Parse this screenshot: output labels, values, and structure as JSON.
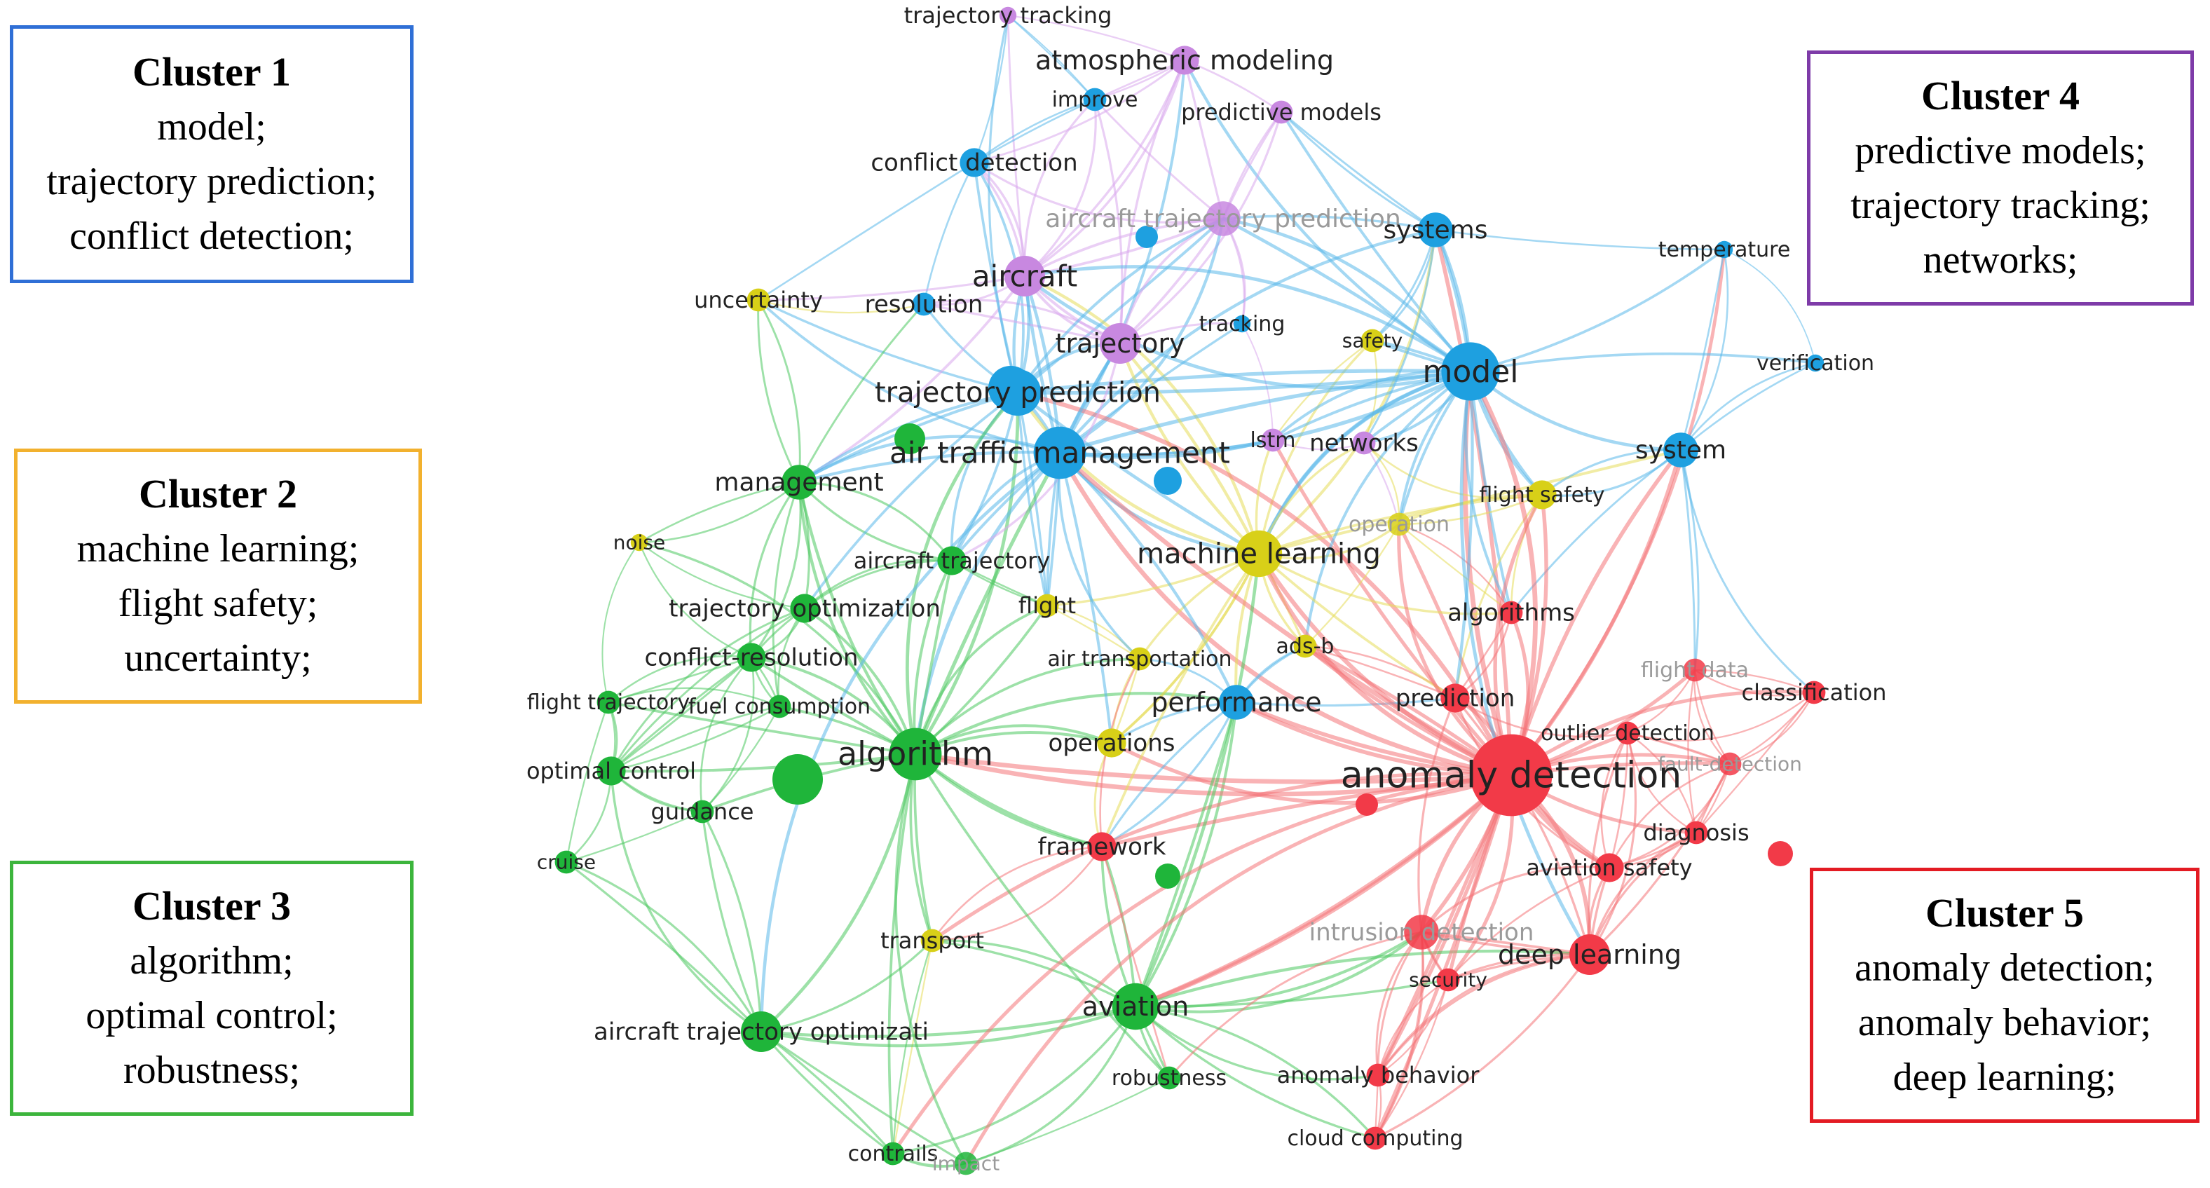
{
  "clusters": [
    {
      "id": "c1",
      "title": "Cluster 1",
      "lines": [
        "model;",
        "trajectory prediction;",
        "conflict detection;"
      ],
      "color": "#2f6fd6"
    },
    {
      "id": "c2",
      "title": "Cluster 2",
      "lines": [
        "machine learning;",
        "flight safety;",
        "uncertainty;"
      ],
      "color": "#f2b12e"
    },
    {
      "id": "c3",
      "title": "Cluster 3",
      "lines": [
        "algorithm;",
        "optimal control;",
        "robustness;"
      ],
      "color": "#3cb53c"
    },
    {
      "id": "c4",
      "title": "Cluster 4",
      "lines": [
        "predictive models;",
        "trajectory tracking;",
        "networks;"
      ],
      "color": "#7e3ba8"
    },
    {
      "id": "c5",
      "title": "Cluster 5",
      "lines": [
        "anomaly detection;",
        "anomaly behavior;",
        "deep learning;"
      ],
      "color": "#e31b23"
    }
  ],
  "node_colors": {
    "1": "#1ea0e0",
    "2": "#d8d018",
    "3": "#1fb53a",
    "4": "#c888e0",
    "5": "#f23a48"
  },
  "link_colors": {
    "1": "#5ab8ea",
    "2": "#e6dc5a",
    "3": "#4cc860",
    "4": "#d8a8ec",
    "5": "#f47478"
  },
  "nodes": [
    {
      "label": "trajectory tracking",
      "c": 4,
      "w": 1
    },
    {
      "label": "atmospheric modeling",
      "c": 4,
      "w": 3
    },
    {
      "label": "improve",
      "c": 1,
      "w": 2
    },
    {
      "label": "predictive models",
      "c": 4,
      "w": 2
    },
    {
      "label": "conflict detection",
      "c": 1,
      "w": 3
    },
    {
      "label": "aircraft trajectory prediction",
      "c": 4,
      "w": 4,
      "faded": true
    },
    {
      "label": "systems",
      "c": 1,
      "w": 4
    },
    {
      "label": "temperature",
      "c": 1,
      "w": 1
    },
    {
      "label": "uncertainty",
      "c": 2,
      "w": 2
    },
    {
      "label": "resolution",
      "c": 1,
      "w": 2
    },
    {
      "label": "aircraft",
      "c": 4,
      "w": 5
    },
    {
      "label": "tracking",
      "c": 1,
      "w": 1
    },
    {
      "label": "safety",
      "c": 2,
      "w": 2
    },
    {
      "label": "trajectory",
      "c": 4,
      "w": 5
    },
    {
      "label": "model",
      "c": 1,
      "w": 8
    },
    {
      "label": "verification",
      "c": 1,
      "w": 1
    },
    {
      "label": "trajectory prediction",
      "c": 1,
      "w": 6
    },
    {
      "label": "lstm",
      "c": 4,
      "w": 2
    },
    {
      "label": "networks",
      "c": 4,
      "w": 2
    },
    {
      "label": "system",
      "c": 1,
      "w": 4
    },
    {
      "label": "air traffic management",
      "c": 1,
      "w": 7
    },
    {
      "label": "management",
      "c": 3,
      "w": 4
    },
    {
      "label": "flight safety",
      "c": 2,
      "w": 3
    },
    {
      "label": "noise",
      "c": 2,
      "w": 1
    },
    {
      "label": "operation",
      "c": 2,
      "w": 2,
      "faded": true
    },
    {
      "label": "machine learning",
      "c": 2,
      "w": 6
    },
    {
      "label": "aircraft trajectory",
      "c": 3,
      "w": 3
    },
    {
      "label": "trajectory optimization",
      "c": 3,
      "w": 3
    },
    {
      "label": "flight",
      "c": 2,
      "w": 2
    },
    {
      "label": "algorithms",
      "c": 5,
      "w": 2
    },
    {
      "label": "conflict-resolution",
      "c": 3,
      "w": 3
    },
    {
      "label": "ads-b",
      "c": 2,
      "w": 2
    },
    {
      "label": "air transportation",
      "c": 2,
      "w": 2
    },
    {
      "label": "flight data",
      "c": 5,
      "w": 2,
      "faded": true
    },
    {
      "label": "classification",
      "c": 5,
      "w": 2
    },
    {
      "label": "flight trajectory",
      "c": 3,
      "w": 2
    },
    {
      "label": "fuel consumption",
      "c": 3,
      "w": 2
    },
    {
      "label": "performance",
      "c": 1,
      "w": 4
    },
    {
      "label": "prediction",
      "c": 5,
      "w": 3
    },
    {
      "label": "outlier detection",
      "c": 5,
      "w": 2
    },
    {
      "label": "operations",
      "c": 2,
      "w": 3
    },
    {
      "label": "algorithm",
      "c": 3,
      "w": 7
    },
    {
      "label": "fault-detection",
      "c": 5,
      "w": 2,
      "faded": true
    },
    {
      "label": "anomaly detection",
      "c": 5,
      "w": 12
    },
    {
      "label": "optimal control",
      "c": 3,
      "w": 3
    },
    {
      "label": "guidance",
      "c": 3,
      "w": 2
    },
    {
      "label": "diagnosis",
      "c": 5,
      "w": 2
    },
    {
      "label": "cruise",
      "c": 3,
      "w": 2
    },
    {
      "label": "framework",
      "c": 5,
      "w": 3
    },
    {
      "label": "aviation safety",
      "c": 5,
      "w": 3
    },
    {
      "label": "intrusion detection",
      "c": 5,
      "w": 4,
      "faded": true
    },
    {
      "label": "transport",
      "c": 2,
      "w": 2
    },
    {
      "label": "deep learning",
      "c": 5,
      "w": 5
    },
    {
      "label": "security",
      "c": 5,
      "w": 2
    },
    {
      "label": "aviation",
      "c": 3,
      "w": 6
    },
    {
      "label": "aircraft trajectory optimizati",
      "c": 3,
      "w": 5
    },
    {
      "label": "robustness",
      "c": 3,
      "w": 2
    },
    {
      "label": "anomaly behavior",
      "c": 5,
      "w": 2
    },
    {
      "label": "cloud computing",
      "c": 5,
      "w": 2
    },
    {
      "label": "contrails",
      "c": 3,
      "w": 2
    },
    {
      "label": "impact",
      "c": 3,
      "w": 2,
      "faded": true
    }
  ]
}
